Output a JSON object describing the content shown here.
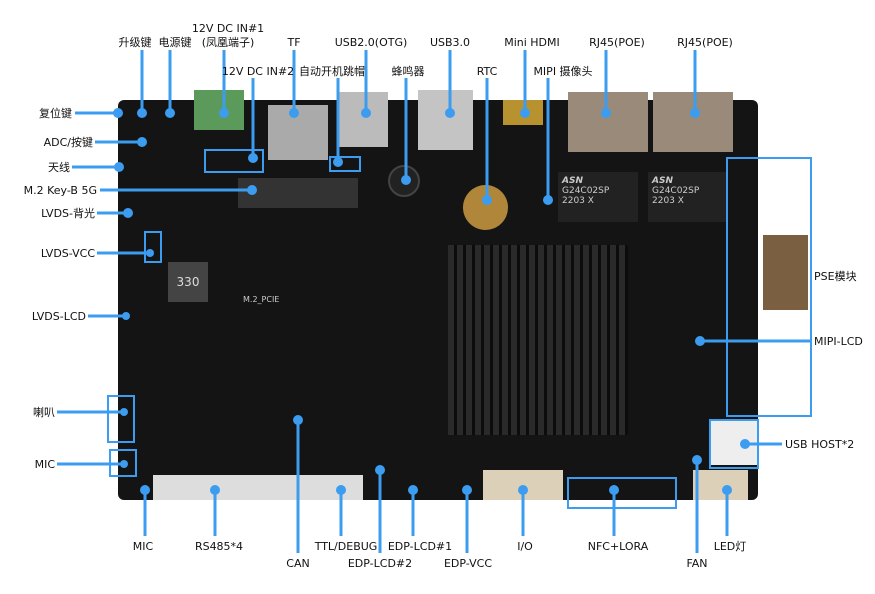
{
  "colors": {
    "accent": "#3b9cf0",
    "board": "#141414",
    "heatsink": "#222"
  },
  "labels": {
    "upgrade": "升级键",
    "power": "电源键",
    "dc1": "12V DC IN#1",
    "dc1_sub": "(凤凰端子)",
    "tf": "TF",
    "usb2": "USB2.0(OTG)",
    "usb3": "USB3.0",
    "hdmi": "Mini HDMI",
    "rj45a": "RJ45(POE)",
    "rj45b": "RJ45(POE)",
    "dc2": "12V DC IN#2",
    "autoboot": "自动开机跳帽",
    "buzzer": "蜂鸣器",
    "rtc": "RTC",
    "mipi_cam": "MIPI 摄像头",
    "reset": "复位键",
    "adc": "ADC/按键",
    "antenna": "天线",
    "m2": "M.2 Key-B 5G",
    "lvds_bl": "LVDS-背光",
    "lvds_vcc": "LVDS-VCC",
    "lvds_lcd": "LVDS-LCD",
    "speaker": "喇叭",
    "mic_left": "MIC",
    "pse": "PSE模块",
    "mipi_lcd": "MIPI-LCD",
    "usb_host": "USB HOST*2",
    "mic_bottom": "MIC",
    "rs485": "RS485*4",
    "can": "CAN",
    "ttl": "TTL/DEBUG",
    "edp2": "EDP-LCD#2",
    "edp1": "EDP-LCD#1",
    "edp_vcc": "EDP-VCC",
    "io": "I/O",
    "nfc": "NFC+LORA",
    "fan": "FAN",
    "led": "LED灯"
  },
  "board_text": {
    "m2_pcie": "M.2_PCIE",
    "chip1": "G24C02SP",
    "chip2": "G24C02SP",
    "chip_sub": "2203 X",
    "inductor": "330",
    "asn": "ASN"
  }
}
